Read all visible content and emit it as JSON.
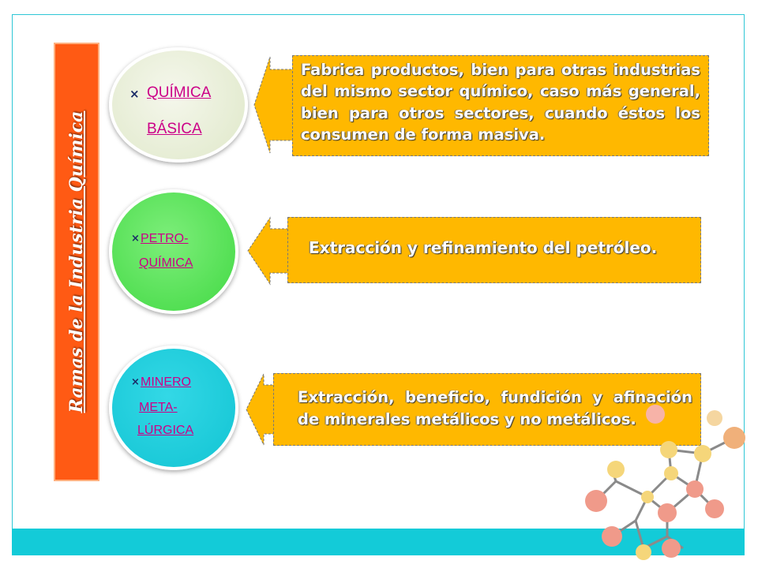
{
  "banner": {
    "title": "Ramas de la Industria Química"
  },
  "branches": [
    {
      "bullet": "×",
      "label_line1": "QUÍMICA ",
      "label_line2": "BÁSICA",
      "description": "Fabrica productos, bien para otras industrias del mismo sector químico, caso más general, bien para otros sectores, cuando éstos los consumen de forma masiva."
    },
    {
      "bullet": "×",
      "label_line1": "PETRO-",
      "label_line2": "QUÍMICA",
      "description": "Extracción y refinamiento del petróleo."
    },
    {
      "bullet": "×",
      "label_line1": "MINERO",
      "label_line2": "META-",
      "label_line3": "LÚRGICA",
      "description": "Extracción, beneficio, fundición y afinación de minerales metálicos y no metálicos."
    }
  ],
  "colors": {
    "banner": "#ff5a14",
    "box": "#ffb800",
    "bar": "#13cbd8",
    "link": "#cc0088"
  }
}
